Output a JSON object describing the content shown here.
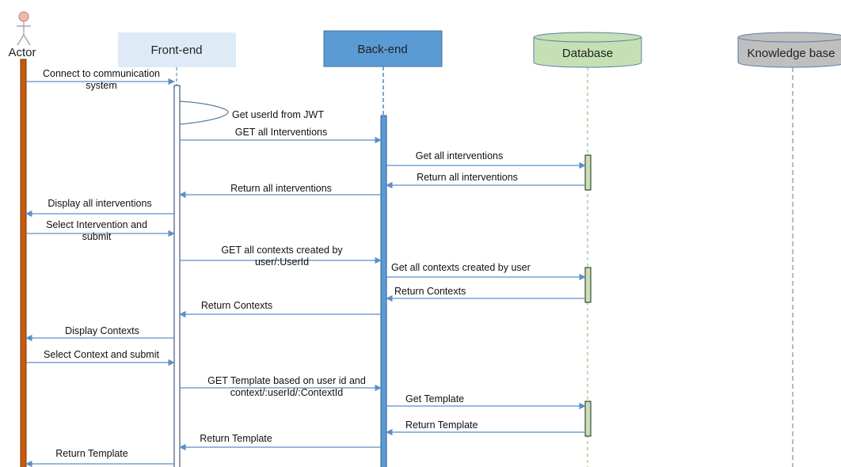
{
  "actor": {
    "label": "Actor"
  },
  "participants": {
    "frontend": {
      "label": "Front-end"
    },
    "backend": {
      "label": "Back-end"
    },
    "database": {
      "label": "Database"
    },
    "knowledge_base": {
      "label": "Knowledge base"
    }
  },
  "messages": [
    {
      "id": "m1",
      "lines": [
        "Connect to communication",
        "system"
      ]
    },
    {
      "id": "m2",
      "lines": [
        "Get userId from JWT"
      ]
    },
    {
      "id": "m3",
      "lines": [
        "GET all Interventions"
      ]
    },
    {
      "id": "m4",
      "lines": [
        "Get all interventions"
      ]
    },
    {
      "id": "m5",
      "lines": [
        "Return all interventions"
      ]
    },
    {
      "id": "m6",
      "lines": [
        "Return all interventions"
      ]
    },
    {
      "id": "m7",
      "lines": [
        "Display all interventions"
      ]
    },
    {
      "id": "m8",
      "lines": [
        "Select Intervention and",
        "submit"
      ]
    },
    {
      "id": "m9",
      "lines": [
        "GET all contexts created by",
        "user/:UserId"
      ]
    },
    {
      "id": "m10",
      "lines": [
        "Get all contexts created by user"
      ]
    },
    {
      "id": "m11",
      "lines": [
        "Return Contexts"
      ]
    },
    {
      "id": "m12",
      "lines": [
        "Return Contexts"
      ]
    },
    {
      "id": "m13",
      "lines": [
        "Display Contexts"
      ]
    },
    {
      "id": "m14",
      "lines": [
        "Select Context and submit"
      ]
    },
    {
      "id": "m15",
      "lines": [
        "GET Template based on user id and",
        "context/:userId/:ContextId"
      ]
    },
    {
      "id": "m16",
      "lines": [
        "Get Template"
      ]
    },
    {
      "id": "m17",
      "lines": [
        "Return Template"
      ]
    },
    {
      "id": "m18",
      "lines": [
        "Return Template"
      ]
    },
    {
      "id": "m19",
      "lines": [
        "Return Template"
      ]
    }
  ]
}
